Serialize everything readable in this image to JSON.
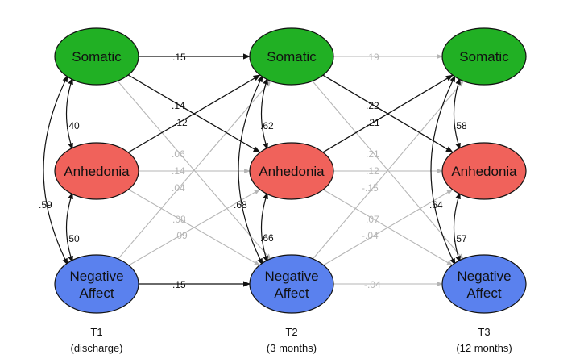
{
  "colors": {
    "somatic": "#21b024",
    "anhedonia": "#f0625b",
    "negative_affect": "#5a81ee",
    "significant_path": "#111111",
    "nonsignificant_path": "#b5b5b5"
  },
  "constructs": {
    "somatic": "Somatic",
    "anhedonia": "Anhedonia",
    "negative_affect_line1": "Negative",
    "negative_affect_line2": "Affect"
  },
  "timepoints": [
    {
      "label": "T1",
      "sublabel": "(discharge)"
    },
    {
      "label": "T2",
      "sublabel": "(3 months)"
    },
    {
      "label": "T3",
      "sublabel": "(12 months)"
    }
  ],
  "paths": [
    {
      "from": "S1",
      "to": "S2",
      "coef": ".15",
      "significant": true
    },
    {
      "from": "S1",
      "to": "A2",
      "coef": ".14",
      "significant": true
    },
    {
      "from": "A1",
      "to": "S2",
      "coef": ".12",
      "significant": true
    },
    {
      "from": "S1",
      "to": "N2",
      "coef": ".06",
      "significant": false
    },
    {
      "from": "A1",
      "to": "A2",
      "coef": ".14",
      "significant": false
    },
    {
      "from": "N1",
      "to": "S2",
      "coef": ".04",
      "significant": false
    },
    {
      "from": "A1",
      "to": "N2",
      "coef": ".08",
      "significant": false
    },
    {
      "from": "N1",
      "to": "A2",
      "coef": ".09",
      "significant": false
    },
    {
      "from": "N1",
      "to": "N2",
      "coef": ".15",
      "significant": true
    },
    {
      "from": "S2",
      "to": "S3",
      "coef": ".19",
      "significant": false
    },
    {
      "from": "S2",
      "to": "A3",
      "coef": ".22",
      "significant": true
    },
    {
      "from": "A2",
      "to": "S3",
      "coef": ".21",
      "significant": true
    },
    {
      "from": "S2",
      "to": "N3",
      "coef": ".21",
      "significant": false
    },
    {
      "from": "A2",
      "to": "A3",
      "coef": ".12",
      "significant": false
    },
    {
      "from": "N2",
      "to": "S3",
      "coef": "-.15",
      "significant": false
    },
    {
      "from": "A2",
      "to": "N3",
      "coef": ".07",
      "significant": false
    },
    {
      "from": "N2",
      "to": "A3",
      "coef": "-.04",
      "significant": false
    },
    {
      "from": "N2",
      "to": "N3",
      "coef": "-.04",
      "significant": false
    }
  ],
  "covariances": [
    {
      "between": [
        "S1",
        "A1"
      ],
      "coef": ".40"
    },
    {
      "between": [
        "A1",
        "N1"
      ],
      "coef": ".50"
    },
    {
      "between": [
        "S1",
        "N1"
      ],
      "coef": ".59"
    },
    {
      "between": [
        "S2",
        "A2"
      ],
      "coef": ".62"
    },
    {
      "between": [
        "A2",
        "N2"
      ],
      "coef": ".66"
    },
    {
      "between": [
        "S2",
        "N2"
      ],
      "coef": ".68"
    },
    {
      "between": [
        "S3",
        "A3"
      ],
      "coef": ".58"
    },
    {
      "between": [
        "A3",
        "N3"
      ],
      "coef": ".57"
    },
    {
      "between": [
        "S3",
        "N3"
      ],
      "coef": ".64"
    }
  ]
}
